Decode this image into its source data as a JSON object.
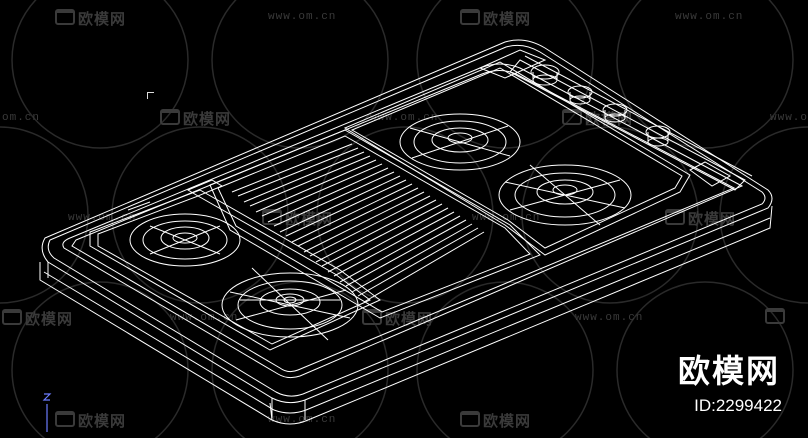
{
  "watermark": {
    "brand_cn": "欧模网",
    "url": "www.om.cn",
    "url_partial": "om.cn"
  },
  "brand": {
    "title": "欧模网",
    "id_label": "ID:2299422"
  },
  "colors": {
    "background": "#000000",
    "wire": "#ffffff",
    "watermark": "#3a3a3a"
  },
  "model": {
    "description_icon": "cad-wireframe-cooktop"
  }
}
